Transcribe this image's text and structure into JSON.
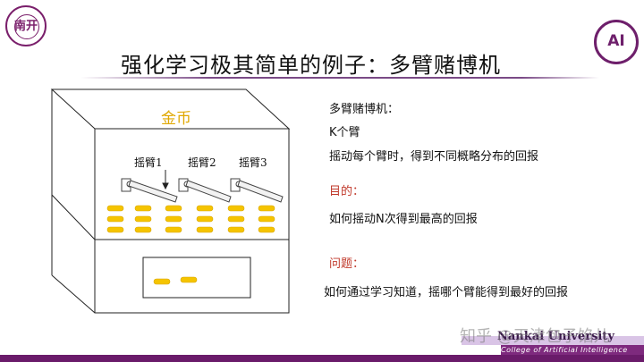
{
  "slide": {
    "title": "强化学习极其简单的例子：多臂赌博机",
    "logo_left_glyph": "南开",
    "logo_right_text": "AI"
  },
  "machine": {
    "coin_label": "金币",
    "arms": [
      "摇臂1",
      "摇臂2",
      "摇臂3"
    ]
  },
  "content": {
    "heading": "多臂赌博机：",
    "line1": "K个臂",
    "line2": "摇动每个臂时，得到不同概略分布的回报",
    "goal_label": "目的：",
    "goal_text": "如何摇动N次得到最高的回报",
    "question_label": "问题：",
    "question_text": "如何通过学习知道，摇哪个臂能得到最好的回报"
  },
  "footer": {
    "university": "Nankai University",
    "college": "College of Artificial Intelligence",
    "watermark": "知乎 @天津包子馅儿"
  },
  "colors": {
    "accent": "#7a1f6b",
    "coin": "#f5c400",
    "red_label": "#c0392b"
  }
}
